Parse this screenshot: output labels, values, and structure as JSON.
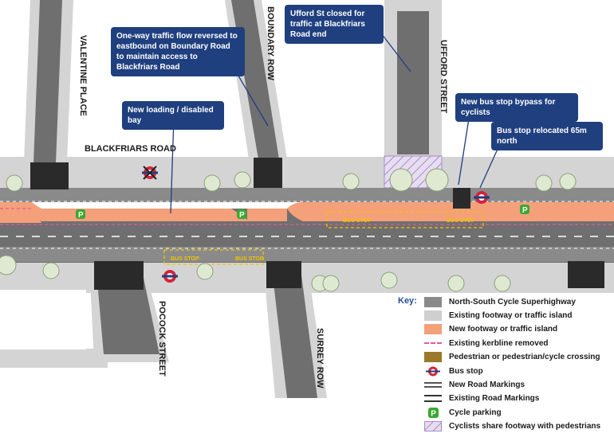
{
  "streets": {
    "blackfriars_road": "BLACKFRIARS ROAD",
    "valentine_place": "VALENTINE PLACE",
    "boundary_row": "BOUNDARY ROW",
    "ufford_street": "UFFORD STREET",
    "pocock_street": "POCOCK STREET",
    "surrey_row": "SURREY ROW"
  },
  "road_markings": {
    "bus_stop_text": "BUS STOP"
  },
  "callouts": {
    "one_way": "One-way traffic flow reversed to eastbound on Boundary Road to maintain access to Blackfriars Road",
    "ufford_closed": "Ufford St closed for traffic at Blackfriars Road end",
    "loading_bay": "New loading / disabled bay",
    "bypass": "New bus stop bypass for cyclists",
    "relocated": "Bus stop relocated 65m north"
  },
  "legend": {
    "title": "Key:",
    "items": [
      {
        "label": "North-South Cycle Superhighway",
        "color": "#8a8a8a",
        "kind": "fill"
      },
      {
        "label": "Existing footway or traffic island",
        "color": "#cfcfcf",
        "kind": "fill"
      },
      {
        "label": "New footway or traffic island",
        "color": "#f4a07a",
        "kind": "fill"
      },
      {
        "label": "Existing kerbline removed",
        "color": "#e05a9a",
        "kind": "dash"
      },
      {
        "label": "Pedestrian or pedestrian/cycle crossing",
        "color": "#9a7a2a",
        "kind": "fill"
      },
      {
        "label": "Bus stop",
        "color": "#d6233a",
        "kind": "roundel"
      },
      {
        "label": "New Road Markings",
        "color": "#555555",
        "kind": "lines-new"
      },
      {
        "label": "Existing Road Markings",
        "color": "#333333",
        "kind": "lines-existing"
      },
      {
        "label": "Cycle parking",
        "color": "#3aa832",
        "kind": "parking",
        "symbol": "P"
      },
      {
        "label": "Cyclists share footway with pedestrians",
        "color": "#a98cc7",
        "kind": "hatch"
      }
    ]
  },
  "icons": {
    "cycle_parking_symbol": "P",
    "bus_stop_icon": "bus-stop-roundel",
    "tree_icon": "tree",
    "removed_bus_stop_icon": "removed-bus-stop"
  },
  "colors": {
    "carriageway": "#6f6f6f",
    "cycle_track": "#8a8a8a",
    "footway": "#d4d4d4",
    "new_footway": "#f4a07a",
    "callout_blue": "#1f3f7f",
    "tree_fill": "#dfe9d2",
    "bus_stop_red": "#d6233a",
    "cycle_parking_green": "#3aa832"
  }
}
